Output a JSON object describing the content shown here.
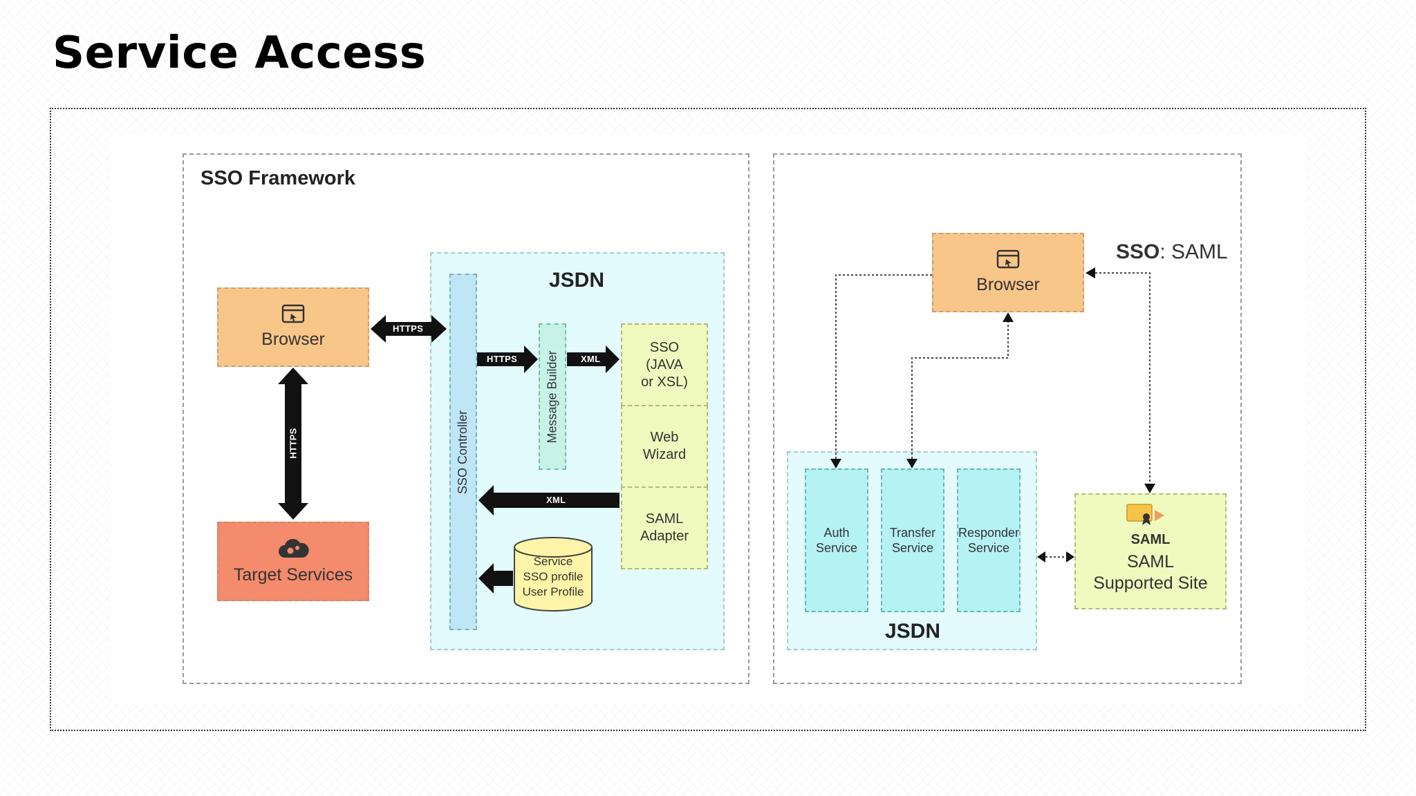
{
  "slide": {
    "title": "Service Access"
  },
  "left_panel": {
    "title": "SSO Framework",
    "browser": "Browser",
    "target_services": "Target Services",
    "jsdn": "JSDN",
    "sso_controller": "SSO Controller",
    "message_builder": "Message Builder",
    "sso_java": [
      "SSO",
      "(JAVA",
      "or XSL)"
    ],
    "web_wizard": [
      "Web",
      "Wizard"
    ],
    "saml_adapter": [
      "SAML",
      "Adapter"
    ],
    "database": [
      "Service",
      "SSO profile",
      "User Profile"
    ],
    "arrows": {
      "browser_jsdn": "HTTPS",
      "browser_target": "HTTPS",
      "controller_builder": "HTTPS",
      "builder_sso": "XML",
      "adapter_controller": "XML"
    }
  },
  "right_panel": {
    "heading_bold": "SSO",
    "heading_rest": ": SAML",
    "browser": "Browser",
    "jsdn": "JSDN",
    "auth_service": [
      "Auth",
      "Service"
    ],
    "transfer_service": [
      "Transfer",
      "Service"
    ],
    "responder_service": [
      "Responder",
      "Service"
    ],
    "saml_badge": "SAML",
    "saml_site": [
      "SAML",
      "Supported Site"
    ]
  },
  "colors": {
    "orange": "#f9c689",
    "red": "#f38b6c",
    "yellow": "#f0f9be",
    "cyan": "#b5f2f4",
    "region": "#e3fbfd"
  }
}
